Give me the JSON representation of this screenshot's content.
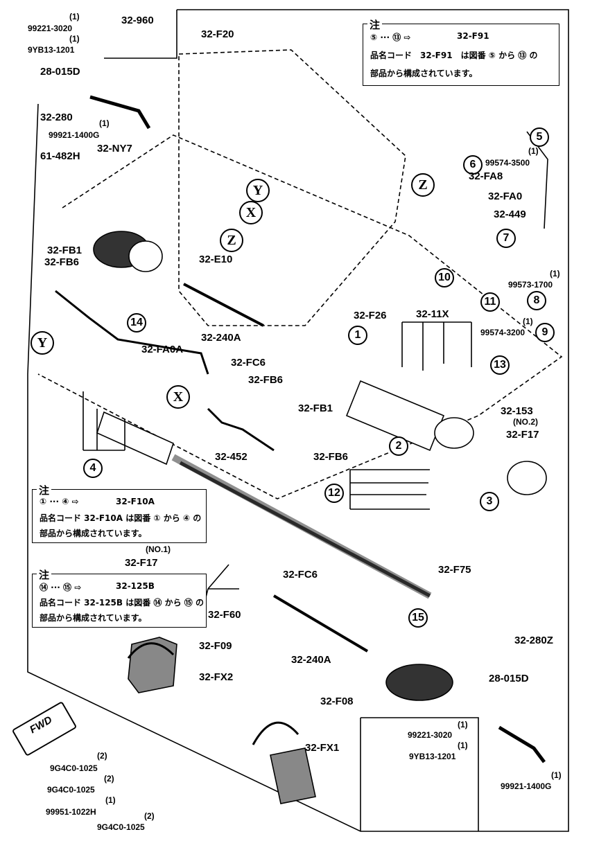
{
  "note_header": "注",
  "note_f91": {
    "range": "⑤ ··· ⑬ ⇨",
    "code": "32-F91",
    "line2": "品名コード　32-F91　は図番 ⑤ から ⑬ の",
    "line3": "部品から構成されています。"
  },
  "note_f10a": {
    "range": "① ··· ④ ⇨",
    "code": "32-F10A",
    "line2": "品名コード 32-F10A は図番 ① から ④ の",
    "line3": "部品から構成されています。"
  },
  "note_125b": {
    "range": "⑭ ··· ⑮ ⇨",
    "code": "32-125B",
    "line2": "品名コード 32-125B は図番 ⑭ から ⑮ の",
    "line3": "部品から構成されています。"
  },
  "fwd": "FWD",
  "callouts": {
    "n1": "1",
    "n2": "2",
    "n3": "3",
    "n4": "4",
    "n5": "5",
    "n6": "6",
    "n7": "7",
    "n8": "8",
    "n9": "9",
    "n10": "10",
    "n11": "11",
    "n12": "12",
    "n13": "13",
    "n14": "14",
    "n15": "15",
    "X1": "X",
    "Y1": "Y",
    "Z1": "Z",
    "X2": "X",
    "Y2": "Y",
    "Z2": "Z"
  },
  "labels": {
    "q1a": "(1)",
    "p99221a": "99221-3020",
    "q1b": "(1)",
    "p9yb13a": "9YB13-1201",
    "p32_960": "32-960",
    "p28_015d_a": "28-015D",
    "p32_280": "32-280",
    "q1c": "(1)",
    "p99921a": "99921-1400G",
    "p32_ny7": "32-NY7",
    "p61_482h": "61-482H",
    "p32_f20": "32-F20",
    "p32_e10": "32-E10",
    "p32_fb1a": "32-FB1",
    "p32_fb6a": "32-FB6",
    "p32_240a_a": "32-240A",
    "p32_fa0a": "32-FA0A",
    "p32_fc6a": "32-FC6",
    "p32_f26": "32-F26",
    "p32_fb6b": "32-FB6",
    "p32_fb1b": "32-FB1",
    "p32_452": "32-452",
    "p32_fb6c": "32-FB6",
    "p32_fa8": "32-FA8",
    "p32_fa0": "32-FA0",
    "p32_449": "32-449",
    "q1d": "(1)",
    "p99574_3500": "99574-3500",
    "q1e": "(1)",
    "p99573_1700": "99573-1700",
    "p32_11x": "32-11X",
    "q1f": "(1)",
    "p99574_3200": "99574-3200",
    "p32_153": "32-153",
    "no2": "(NO.2)",
    "p32_f17a": "32-F17",
    "no1": "(NO.1)",
    "p32_f17b": "32-F17",
    "p32_f60": "32-F60",
    "p32_fc6b": "32-FC6",
    "p32_f75": "32-F75",
    "p32_f09": "32-F09",
    "p32_fx2": "32-FX2",
    "p32_240a_b": "32-240A",
    "p32_280z": "32-280Z",
    "p28_015d_b": "28-015D",
    "p32_f08": "32-F08",
    "p32_fx1": "32-FX1",
    "q1g": "(1)",
    "p99221b": "99221-3020",
    "q1h": "(1)",
    "p9yb13b": "9YB13-1201",
    "q1i": "(1)",
    "p99921b": "99921-1400G",
    "q2a": "(2)",
    "p9g4c0a": "9G4C0-1025",
    "q2b": "(2)",
    "p9g4c0b": "9G4C0-1025",
    "q1j": "(1)",
    "p99951": "99951-1022H",
    "q2c": "(2)",
    "p9g4c0c": "9G4C0-1025"
  }
}
